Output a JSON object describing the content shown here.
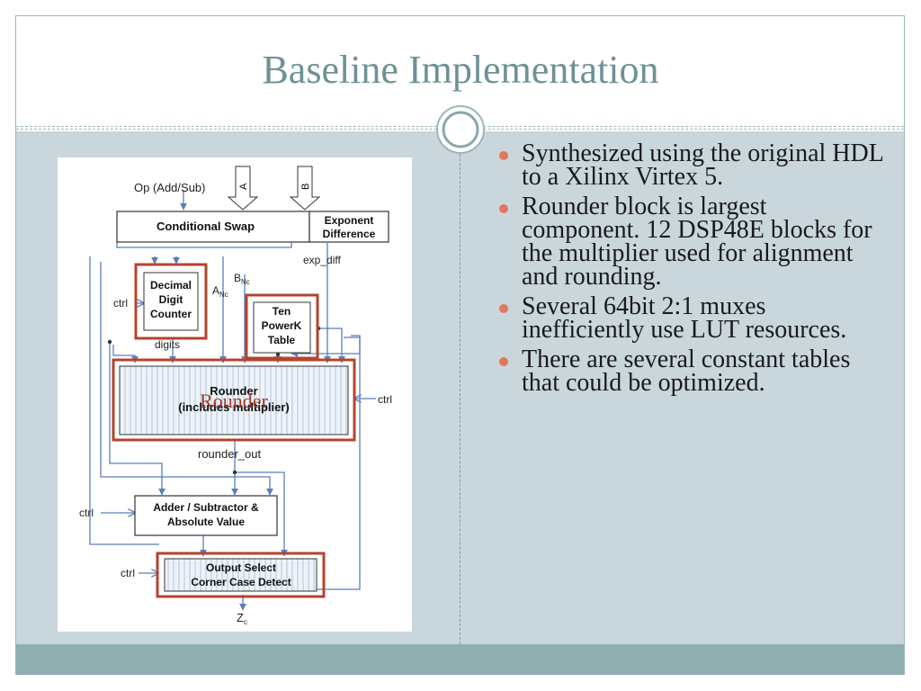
{
  "slide": {
    "title": "Baseline Implementation",
    "bullets": [
      "Synthesized using the original HDL to a Xilinx Virtex 5.",
      "Rounder block is largest component. 12 DSP48E blocks for the multiplier used for alignment and rounding.",
      "Several 64bit 2:1 muxes inefficiently use LUT resources.",
      "There are several constant tables that could be optimized."
    ]
  },
  "diagram": {
    "labels": {
      "op": "Op (Add/Sub)",
      "input_a": "A",
      "input_b": "B",
      "conditional_swap": "Conditional Swap",
      "exponent_difference_1": "Exponent",
      "exponent_difference_2": "Difference",
      "exp_diff": "exp_diff",
      "decimal_digit_counter_1": "Decimal",
      "decimal_digit_counter_2": "Digit",
      "decimal_digit_counter_3": "Counter",
      "ctrl_counter": "ctrl",
      "digits": "digits",
      "b_nc": "B",
      "b_nc_sub": "Nc",
      "a_nc": "A",
      "a_nc_sub": "Nc",
      "ten_powerk_table_1": "Ten",
      "ten_powerk_table_2": "PowerK",
      "ten_powerk_table_3": "Table",
      "rounder_1": "Rounder",
      "rounder_2": "(includes multiplier)",
      "rounder_overlay": "Rounder",
      "ctrl_rounder": "ctrl",
      "rounder_out": "rounder_out",
      "adder_1": "Adder / Subtractor &",
      "adder_2": "Absolute Value",
      "ctrl_adder": "ctrl",
      "output_select_1": "Output Select",
      "output_select_2": "Corner Case Detect",
      "ctrl_output": "ctrl",
      "z_out": "Z",
      "z_out_sub": "c"
    },
    "colors": {
      "highlight_border": "#b5432e",
      "wire": "#5a7fb8",
      "block_border": "#333333",
      "rounder_fill": "#dfe8f1"
    }
  },
  "theme": {
    "title_color": "#6f9196",
    "content_background": "#c9d6dc",
    "footer_color": "#8eaeb0",
    "bullet_color": "#e3775e"
  }
}
